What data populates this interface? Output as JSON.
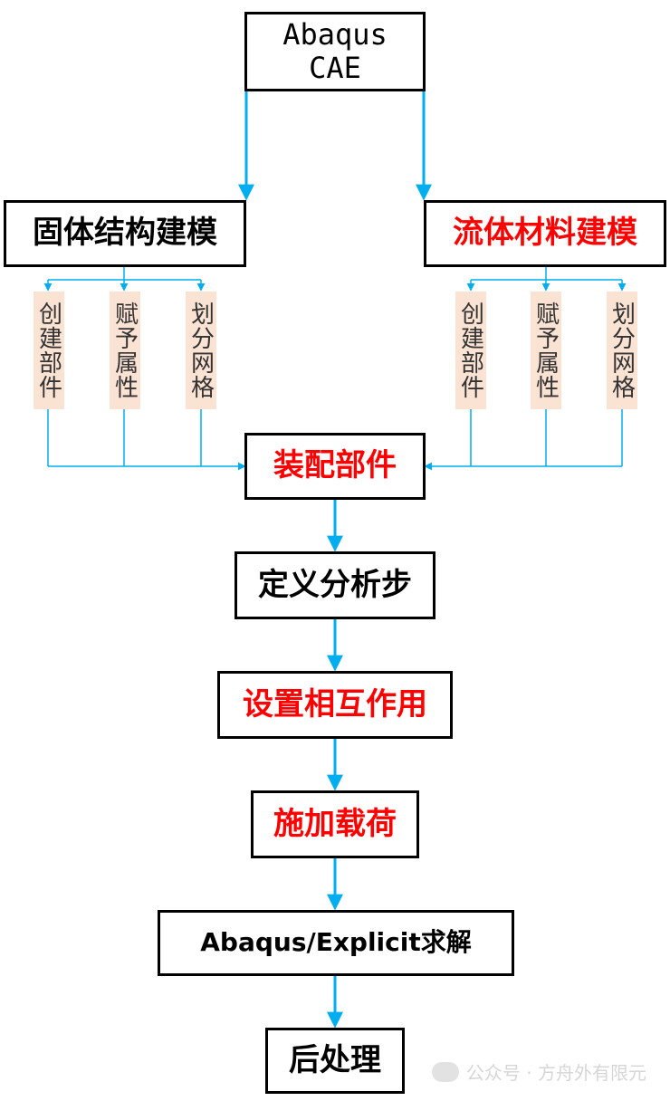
{
  "colors": {
    "arrow": "#00aeef",
    "accent": "#ff0000",
    "sub_bg": "#fbe3d4"
  },
  "nodes": {
    "abaqus_cae": "Abaqus\nCAE",
    "solid_modeling": "固体结构建模",
    "fluid_modeling": "流体材料建模",
    "left_subs": [
      "创建部件",
      "赋予属性",
      "划分网格"
    ],
    "right_subs": [
      "创建部件",
      "赋予属性",
      "划分网格"
    ],
    "assembly": "装配部件",
    "define_step": "定义分析步",
    "interaction": "设置相互作用",
    "load": "施加载荷",
    "solve": "Abaqus/Explicit求解",
    "post": "后处理"
  },
  "watermark": "公众号 · 方舟外有限元"
}
